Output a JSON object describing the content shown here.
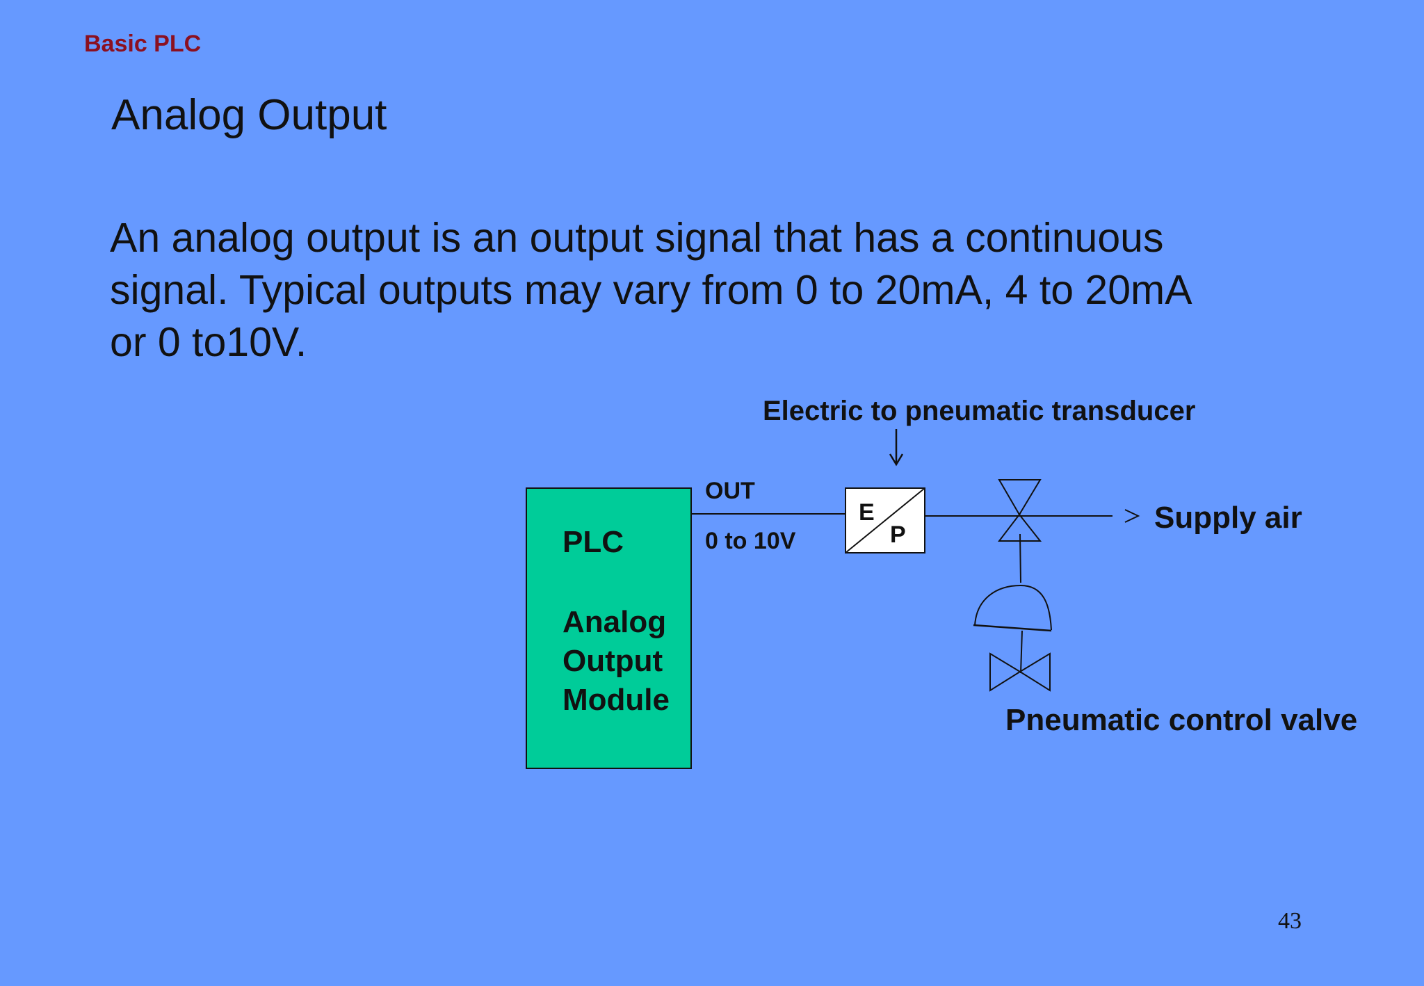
{
  "header": {
    "tag": "Basic PLC"
  },
  "slide": {
    "title": "Analog Output",
    "body_lines": [
      "An analog output is an output signal that has a continuous",
      "signal. Typical outputs may vary from 0 to 20mA, 4 to 20mA",
      "or 0 to10V."
    ],
    "page_number": "43"
  },
  "diagram": {
    "plc_module": {
      "title": "PLC",
      "lines": [
        "Analog",
        "Output",
        "Module"
      ],
      "fill_color": "#00cc99"
    },
    "signal": {
      "out_label": "OUT",
      "range_label": "0 to 10V"
    },
    "transducer": {
      "label": "Electric to pneumatic transducer",
      "letter_e": "E",
      "letter_p": "P"
    },
    "supply_air_label": "Supply air",
    "valve_label": "Pneumatic control valve"
  },
  "colors": {
    "background": "#6699ff",
    "header_tag": "#8b1020",
    "plc_fill": "#00cc99"
  }
}
